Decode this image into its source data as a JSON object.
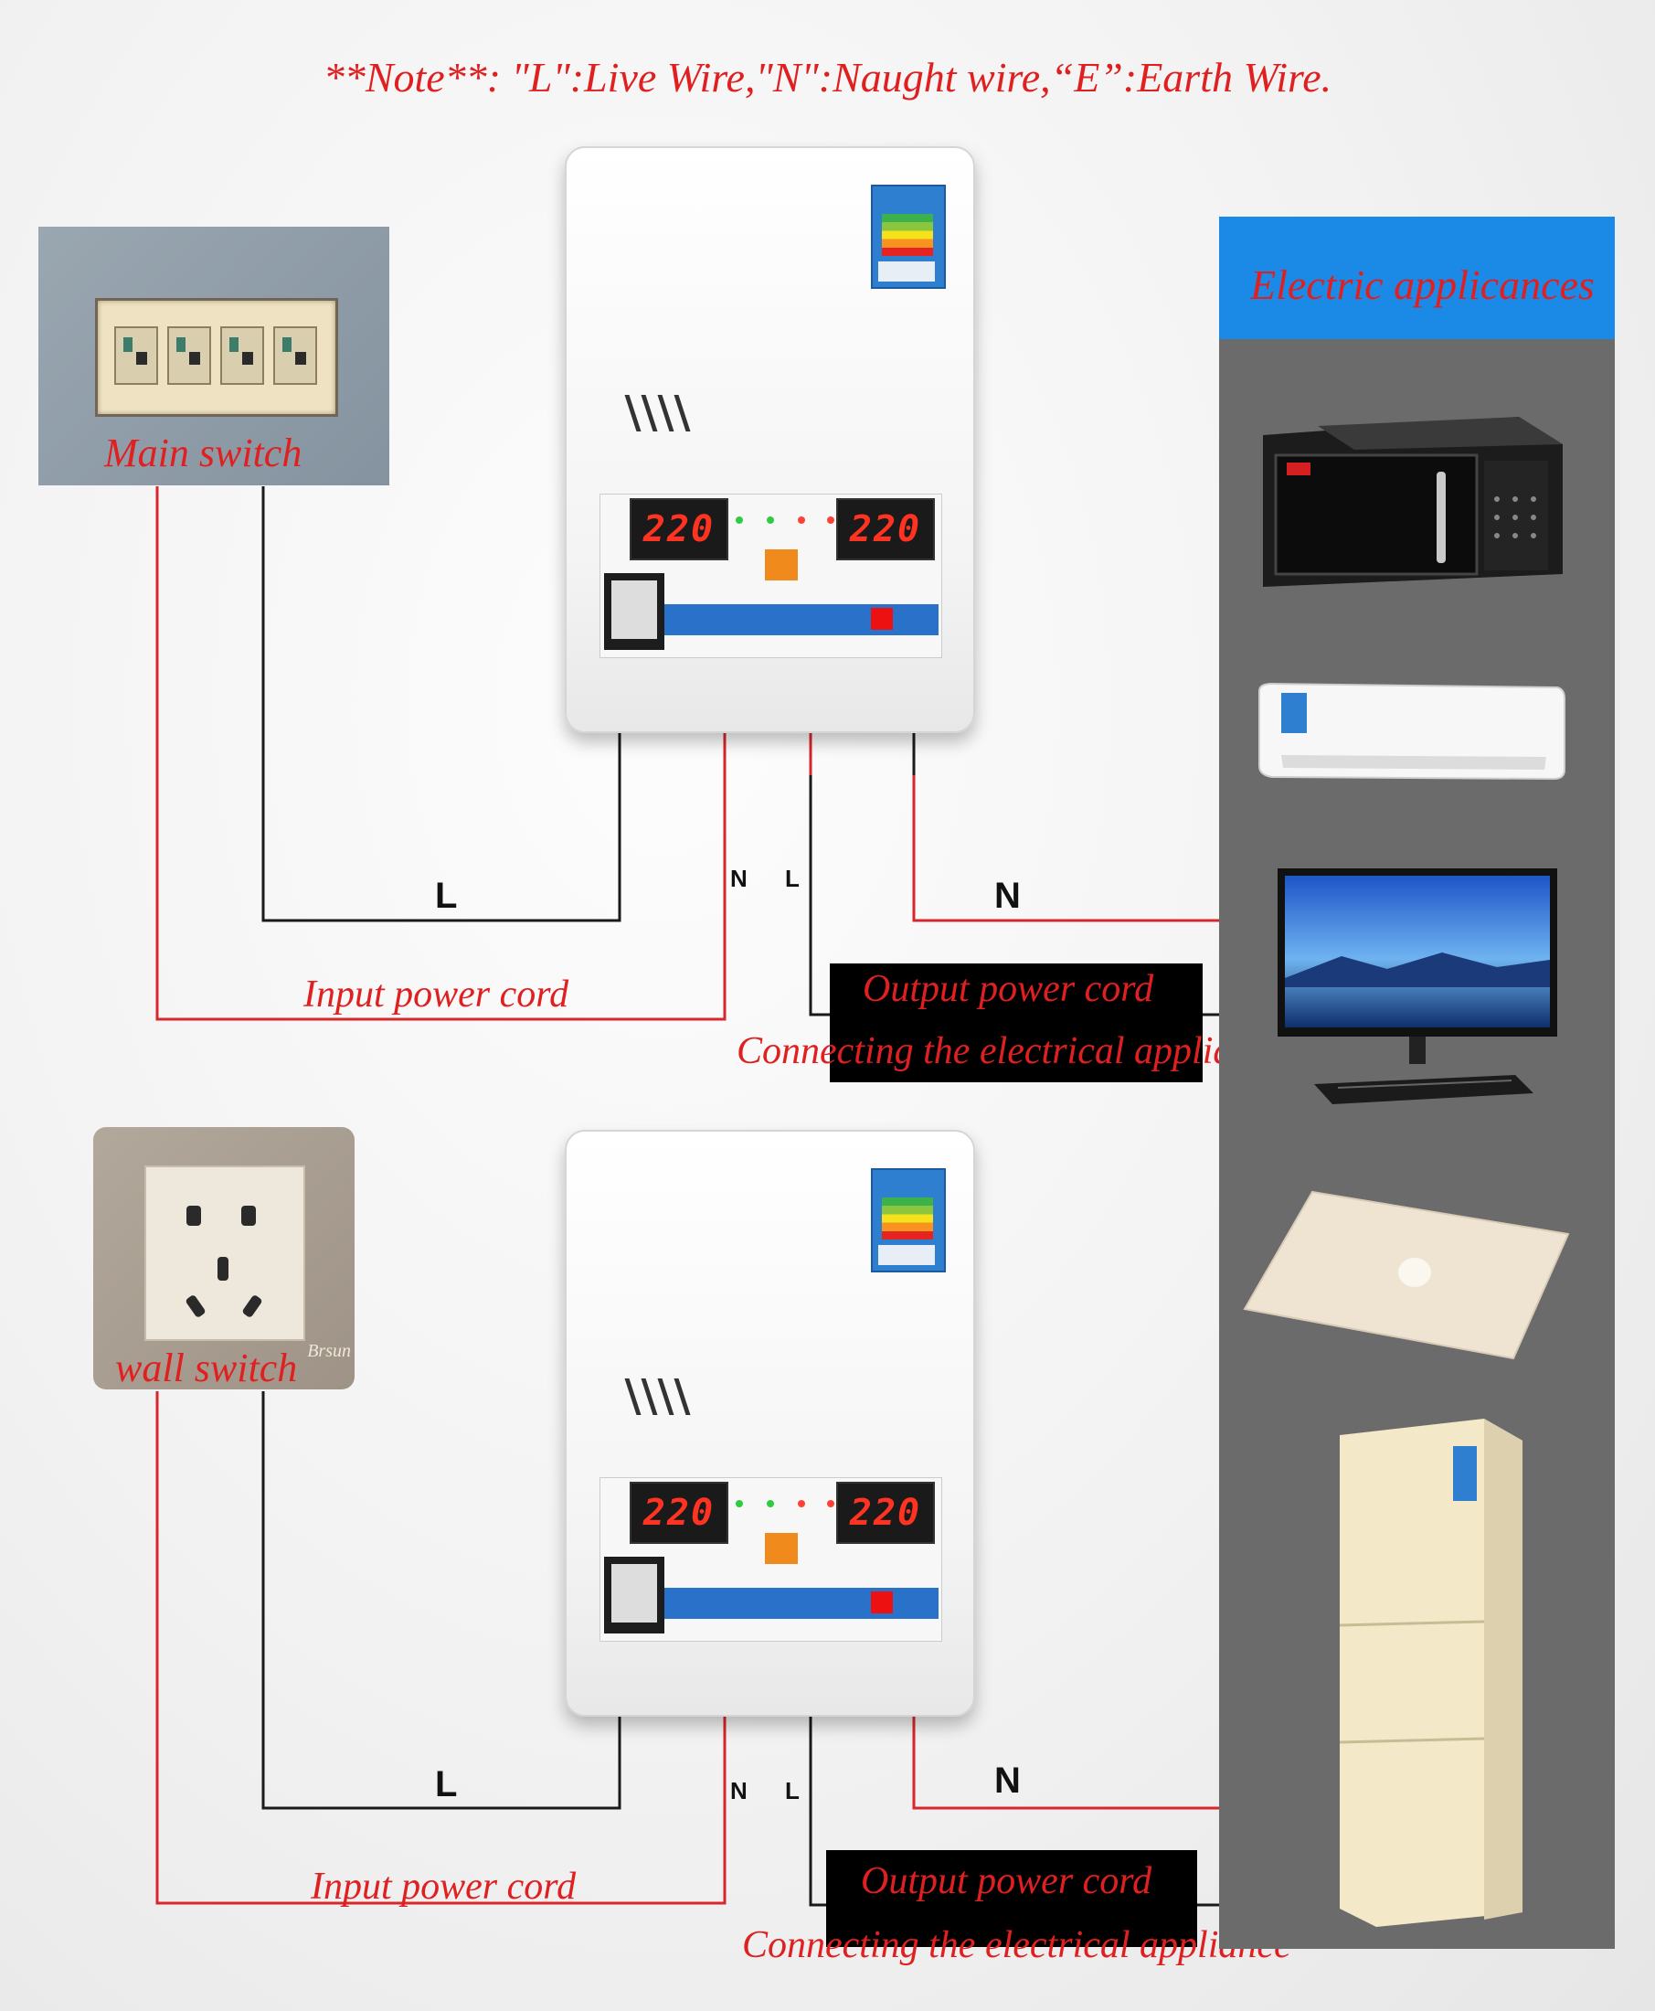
{
  "note": "**Note**:  \"L\":Live Wire,\"N\":Naught wire,“E”:Earth Wire.",
  "sources": {
    "main_switch": "Main switch",
    "wall_switch": "wall switch",
    "wall_brand": "Brsun"
  },
  "stabilizer": {
    "input_reading": "220",
    "output_reading": "220"
  },
  "wires": {
    "live": "L",
    "neutral": "N",
    "neutral_big": "N"
  },
  "captions": {
    "input_cord": "Input power cord",
    "output_cord": "Output power cord",
    "connecting": "Connecting the electrical appliance"
  },
  "appliances": {
    "header": "Electric applicances",
    "items": [
      "microwave",
      "air-conditioner",
      "computer-monitor",
      "laptop",
      "refrigerator"
    ]
  },
  "colors": {
    "wire_red": "#d8262d",
    "wire_black": "#1a1a1a",
    "label_red": "#e02020",
    "appliance_bg": "#6b6b6b",
    "header_blue": "#1a8ae6"
  }
}
